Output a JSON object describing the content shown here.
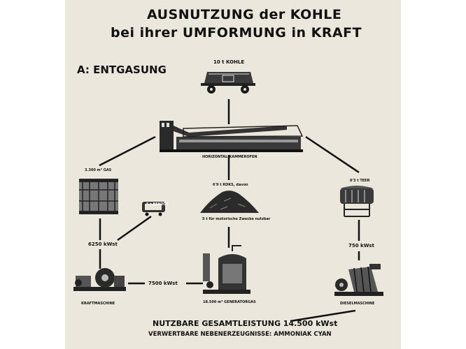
{
  "title": {
    "line1": "AUSNUTZUNG der KOHLE",
    "line2": "bei ihrer UMFORMUNG in KRAFT"
  },
  "section_heading": "A: ENTGASUNG",
  "nodes": {
    "coal_wagon": {
      "label": "10 t KOHLE"
    },
    "coke_oven": {
      "label": "HORIZONTAL-KAMMEROFEN"
    },
    "gas_holder": {
      "label": "3.300 m³ GAS"
    },
    "benzol_tank": {
      "label": "5 t BENZOL"
    },
    "coke_pile": {
      "label_top": "6'9 t KOKS, davon",
      "label_bottom": "5 t für motorische Zwecke nutzbar"
    },
    "tar_tank": {
      "label": "0'3 t TEER"
    },
    "power_engine": {
      "label": "KRAFTMASCHINE"
    },
    "gas_generator": {
      "label": "18.500 m³ GENERATORGAS"
    },
    "diesel_engine": {
      "label": "DIESELMASCHINE"
    }
  },
  "flows": {
    "gas_output": "6250 kWst",
    "generator_output": "7500 kWst",
    "diesel_output": "750 kWst"
  },
  "summary": {
    "total": "NUTZBARE GESAMTLEISTUNG 14.500 kWst",
    "byproducts": "VERWERTBARE NEBENERZEUGNISSE: AMMONIAK CYAN"
  }
}
